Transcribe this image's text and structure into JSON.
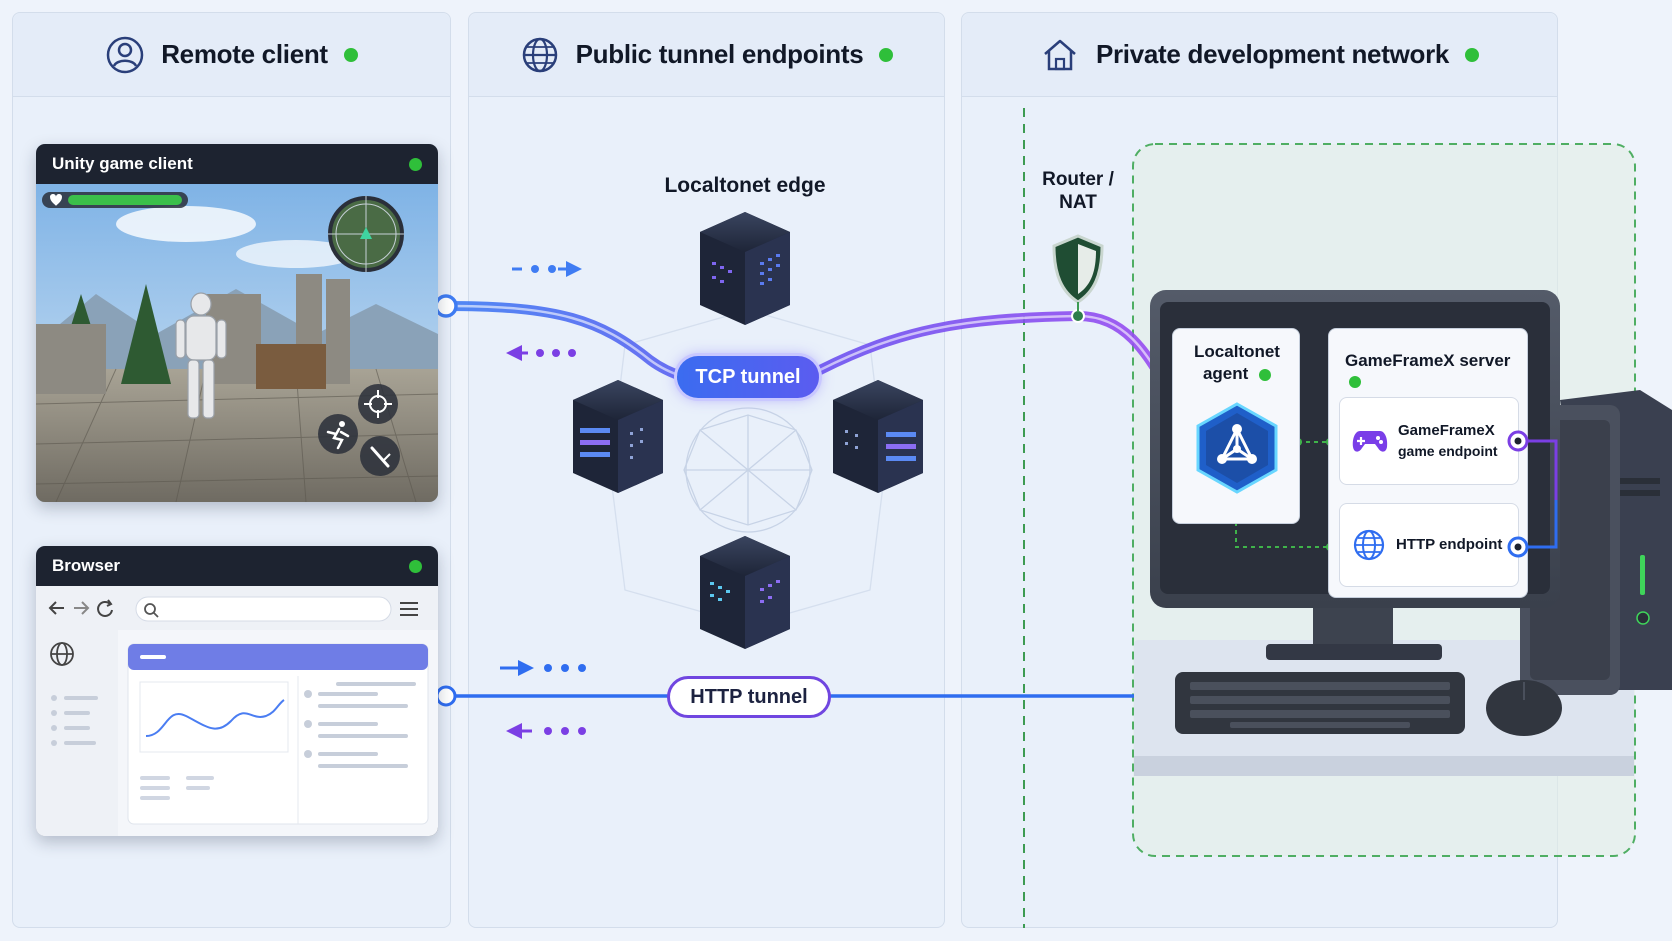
{
  "panels": {
    "remote": {
      "title": "Remote client",
      "status_color": "#2fbf3a"
    },
    "public": {
      "title": "Public tunnel endpoints",
      "status_color": "#2fbf3a"
    },
    "private": {
      "title": "Private development network",
      "status_color": "#2fbf3a"
    }
  },
  "remote_client": {
    "game_window": {
      "title": "Unity game client"
    },
    "browser_window": {
      "title": "Browser"
    }
  },
  "public_endpoints": {
    "edge_label": "Localtonet edge",
    "tcp_tunnel": "TCP tunnel",
    "http_tunnel": "HTTP tunnel"
  },
  "router": {
    "label_line1": "Router /",
    "label_line2": "NAT",
    "icon": "shield-icon"
  },
  "private_network": {
    "agent": {
      "line1": "Localtonet",
      "line2": "agent",
      "icon": "network-hexagon-icon"
    },
    "server": {
      "title": "GameFrameX server",
      "endpoints": [
        {
          "line1": "GameFrameX",
          "line2": "game endpoint",
          "icon": "gamepad-icon"
        },
        {
          "line1": "HTTP endpoint",
          "line2": "",
          "icon": "globe-icon"
        }
      ]
    }
  },
  "colors": {
    "tcp": "#7b4cf2",
    "http": "#2f6df0",
    "status": "#2fbf3a",
    "accent_green": "#3fb34a",
    "window_dark": "#1d2330"
  }
}
